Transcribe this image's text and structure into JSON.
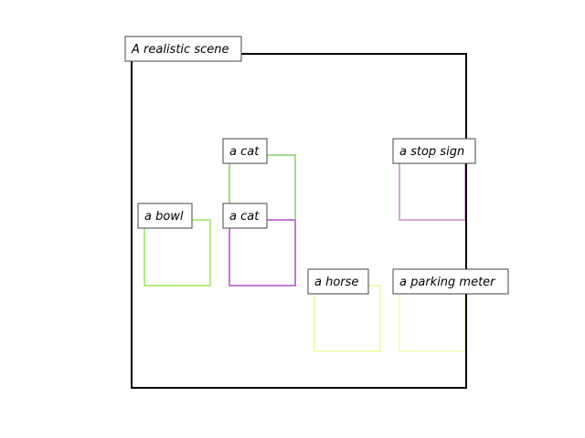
{
  "scene": {
    "caption": "A realistic scene",
    "frame_color": "#000000",
    "label_box_fill": "#ffffff",
    "label_box_stroke": "#444444"
  },
  "objects": [
    {
      "label": "a cat",
      "color": "#a3dc8c"
    },
    {
      "label": "a stop sign",
      "color": "#d4a8d4"
    },
    {
      "label": "a bowl",
      "color": "#b4ec84"
    },
    {
      "label": "a cat",
      "color": "#c27ad6"
    },
    {
      "label": "a horse",
      "color": "#f3fcb4"
    },
    {
      "label": "a parking meter",
      "color": "#f6fccc"
    }
  ]
}
